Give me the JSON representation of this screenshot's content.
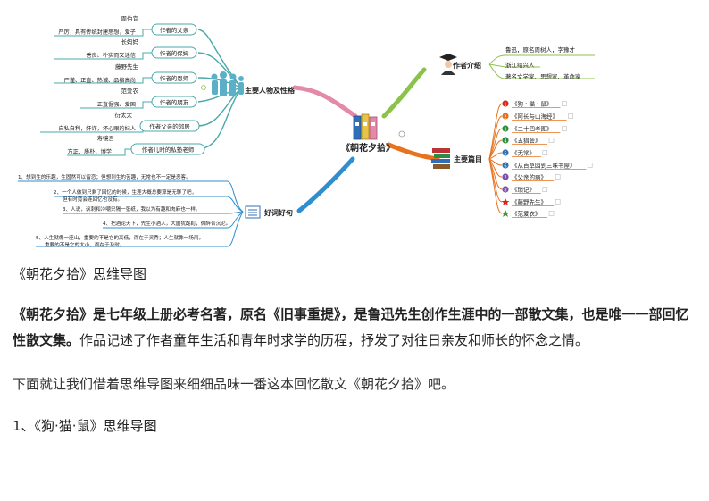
{
  "mindmap": {
    "center": "《朝花夕拾》",
    "branches": {
      "characters": "主要人物及性格",
      "author": "作者介绍",
      "works": "主要篇目",
      "quotes": "好词好句"
    },
    "characters": [
      {
        "name": "周伯宜",
        "trait": "严厉，具有传统封建思想，爱子",
        "role": "作者的父亲"
      },
      {
        "name": "长妈妈",
        "trait": "善良、朴实而又迷信",
        "role": "作者的保姆"
      },
      {
        "name": "藤野先生",
        "trait": "严谨、正直、热诚、品格高尚",
        "role": "作者的恩师"
      },
      {
        "name": "范爱农",
        "trait": "正直倔强、爱国",
        "role": "作者的朋友"
      },
      {
        "name": "衍太太",
        "trait": "自私自利，奸诈，坏心眼的妇人",
        "role": "作者父亲的邻居"
      },
      {
        "name": "寿镜吾",
        "trait": "方正、质朴、博学",
        "role": "作者儿时的私塾老师"
      }
    ],
    "author_info": [
      "鲁迅，原名周树人，字豫才",
      "浙江绍兴人",
      "著名文学家、思想家、革命家"
    ],
    "works": [
      "《狗・猫・鼠》",
      "《阿长与山海经》",
      "《二十四孝图》",
      "《五猖会》",
      "《无常》",
      "《从百草园到三味书屋》",
      "《父亲的病》",
      "《琐记》",
      "《藤野先生》",
      "《范爱农》"
    ],
    "work_marker_colors": [
      "#d9261c",
      "#e07020",
      "#2a8a3a",
      "#2a8a3a",
      "#2f6fb7",
      "#2f6fb7",
      "#7a4ea8",
      "#7a4ea8",
      "#d9261c",
      "#3a9a3a"
    ],
    "quotes": [
      {
        "line1": "1、想到生的乐趣，生固然可以留恋；但想到生的苦趣，无常也不一定是恶客。",
        "line2": ""
      },
      {
        "line1": "2、一个人做到只剩了回忆的时候，生涯大概总要算是无聊了吧，",
        "line2": "但有时竟会连回忆也没有。"
      },
      {
        "line1": "3、人说，讽刺和冷嘲只隔一张纸，我以为有趣和肉麻也一样。",
        "line2": ""
      },
      {
        "line1": "4、把酒论天下，先生小酒人，大圜犹酩酊，微醉合沉沦。",
        "line2": ""
      },
      {
        "line1": "5、人生就像一座山，重要的不是它的高低，而在于灵秀；人生就像一场雨，",
        "line2": "重要的不是它的大小，而在于及时。"
      }
    ],
    "colors": {
      "green": "#8bc34a",
      "teal": "#4aa8a8",
      "orange": "#e8731f",
      "blue": "#2f8ecf",
      "pink": "#e38aa8"
    }
  },
  "caption": "《朝花夕拾》思维导图",
  "intro": {
    "bold": "《朝花夕拾》是七年级上册必考名著，原名《旧事重提》，是鲁迅先生创作生涯中的一部散文集，也是唯一一部回忆性散文集。",
    "normal": "作品记述了作者童年生活和青年时求学的历程，抒发了对往日亲友和师长的怀念之情。"
  },
  "lead": "下面就让我们借着思维导图来细细品味一番这本回忆散文《朝花夕拾》吧。",
  "section1": "1、《狗·猫·鼠》思维导图"
}
